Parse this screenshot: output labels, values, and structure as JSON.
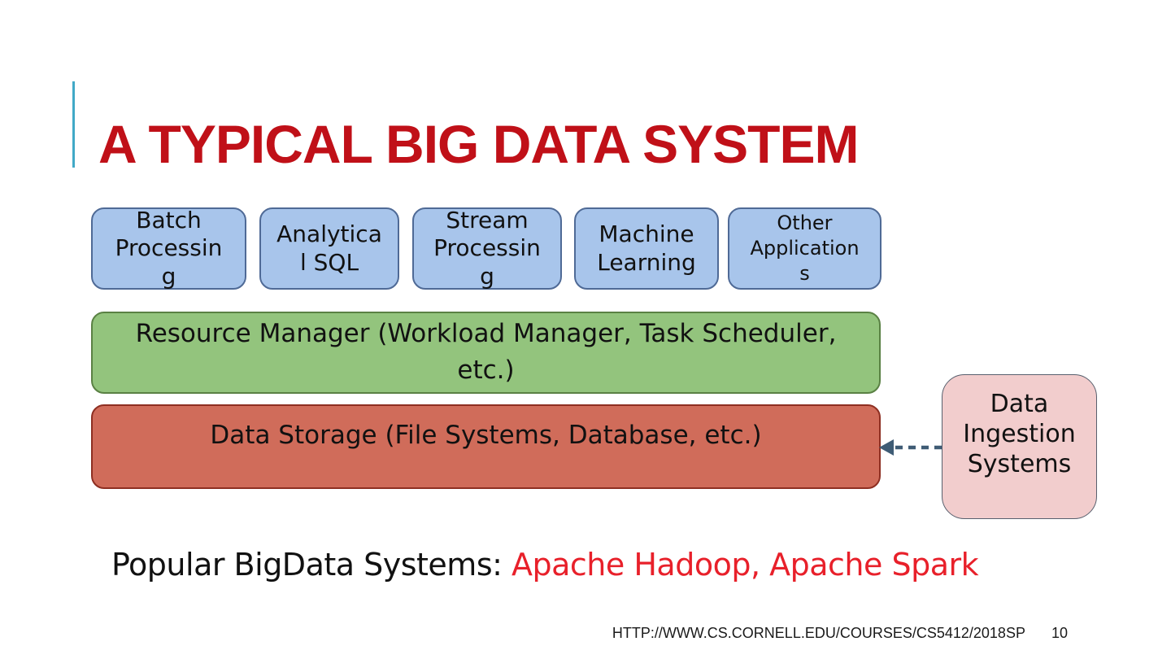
{
  "slide": {
    "title": "A TYPICAL BIG DATA SYSTEM",
    "application_layer": [
      {
        "label": "Batch\nProcessin\ng"
      },
      {
        "label": "Analytica\nl SQL"
      },
      {
        "label": "Stream\nProcessin\ng"
      },
      {
        "label": "Machine\nLearning"
      },
      {
        "label": "Other\nApplication\ns"
      }
    ],
    "resource_manager_label": "Resource Manager (Workload Manager, Task Scheduler,\netc.)",
    "data_storage_label": "Data Storage (File Systems, Database, etc.)",
    "data_ingestion_label": "Data\nIngestion\nSystems",
    "popular_systems": {
      "prefix": "Popular BigData Systems: ",
      "highlight": "Apache Hadoop, Apache Spark"
    },
    "footer": {
      "url": "HTTP://WWW.CS.CORNELL.EDU/COURSES/CS5412/2018SP",
      "page_number": "10"
    },
    "colors": {
      "title": "#C01018",
      "accent_bar": "#41A9C7",
      "app_box_fill": "#A8C5EB",
      "app_box_border": "#4F6A96",
      "resource_fill": "#93C47D",
      "resource_border": "#5A8144",
      "storage_fill": "#D06C5A",
      "storage_border": "#8E2F22",
      "ingestion_fill": "#F2CDCD",
      "ingestion_border": "#58606E",
      "arrow": "#3F5C75",
      "highlight_text": "#E8202A"
    }
  }
}
